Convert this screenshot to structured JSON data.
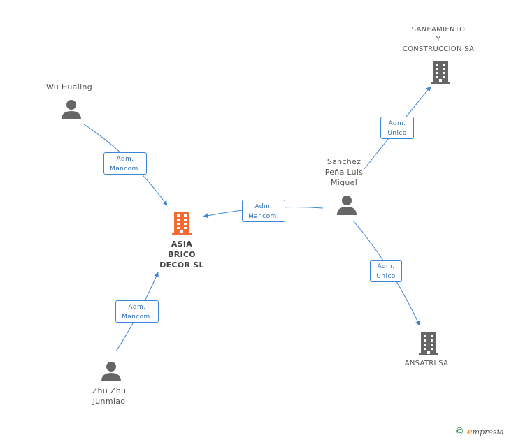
{
  "nodes": {
    "asia": {
      "lines": [
        "ASIA",
        "BRICO",
        "DECOR SL"
      ],
      "type": "company",
      "color": "#f26b32"
    },
    "saneamiento": {
      "lines": [
        "SANEAMIENTO",
        "Y",
        "CONSTRUCCION SA"
      ],
      "type": "company",
      "color": "#666666"
    },
    "ansatri": {
      "lines": [
        "ANSATRI SA"
      ],
      "type": "company",
      "color": "#666666"
    },
    "wu": {
      "lines": [
        "Wu Hualing"
      ],
      "type": "person",
      "color": "#666666"
    },
    "sanchez": {
      "lines": [
        "Sanchez",
        "Peña Luis",
        "Miguel"
      ],
      "type": "person",
      "color": "#666666"
    },
    "zhu": {
      "lines": [
        "Zhu Zhu",
        "Junmiao"
      ],
      "type": "person",
      "color": "#666666"
    }
  },
  "edges": {
    "wu_asia": [
      "Adm.",
      "Mancom."
    ],
    "sanchez_asia": [
      "Adm.",
      "Mancom."
    ],
    "zhu_asia": [
      "Adm.",
      "Mancom."
    ],
    "sanchez_saneamiento": [
      "Adm.",
      "Unico"
    ],
    "sanchez_ansatri": [
      "Adm.",
      "Unico"
    ]
  },
  "colors": {
    "edge": "#3d85d6",
    "badge_text": "#2f6fb3"
  },
  "footer": {
    "copyright": "©",
    "brand_initial": "e",
    "brand_rest": "mpresia"
  }
}
